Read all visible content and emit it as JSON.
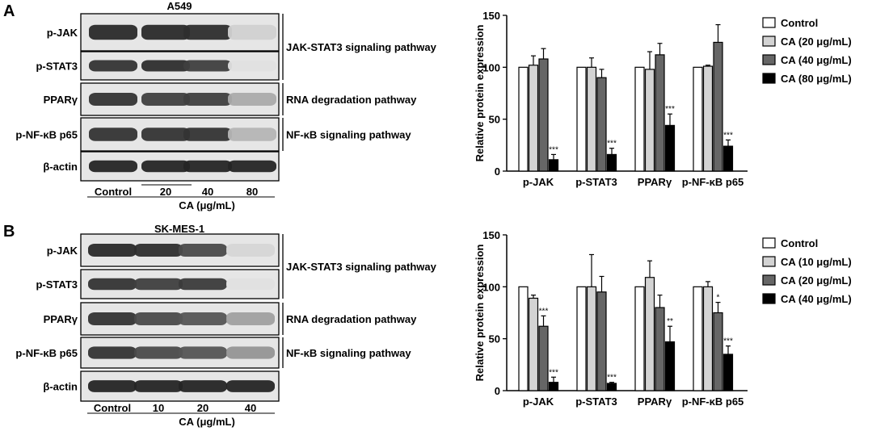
{
  "panels": [
    {
      "letter": "A",
      "cell_line": "A549",
      "blot_rows": [
        {
          "protein": "p-JAK",
          "pathway": "JAK-STAT3 signaling pathway",
          "intensity": [
            0.9,
            0.9,
            0.88,
            0.12
          ]
        },
        {
          "protein": "p-STAT3",
          "pathway": "",
          "intensity": [
            0.85,
            0.88,
            0.8,
            0.05
          ]
        },
        {
          "protein": "PPARγ",
          "pathway": "RNA degradation pathway",
          "intensity": [
            0.85,
            0.8,
            0.8,
            0.3
          ]
        },
        {
          "protein": "p-NF-κB p65",
          "pathway": "NF-κB signaling pathway",
          "intensity": [
            0.85,
            0.85,
            0.85,
            0.25
          ]
        },
        {
          "protein": "β-actin",
          "pathway": "",
          "intensity": [
            0.92,
            0.92,
            0.92,
            0.92
          ]
        }
      ],
      "lane_labels": [
        "Control",
        "20",
        "40",
        "80"
      ],
      "treatment_label": "CA (μg/mL)"
    },
    {
      "letter": "B",
      "cell_line": "SK-MES-1",
      "blot_rows": [
        {
          "protein": "p-JAK",
          "pathway": "JAK-STAT3 signaling pathway",
          "intensity": [
            0.9,
            0.88,
            0.75,
            0.1
          ]
        },
        {
          "protein": "p-STAT3",
          "pathway": "",
          "intensity": [
            0.85,
            0.8,
            0.82,
            0.05
          ]
        },
        {
          "protein": "PPARγ",
          "pathway": "RNA degradation pathway",
          "intensity": [
            0.85,
            0.75,
            0.7,
            0.35
          ]
        },
        {
          "protein": "p-NF-κB p65",
          "pathway": "NF-κB signaling pathway",
          "intensity": [
            0.85,
            0.75,
            0.7,
            0.4
          ]
        },
        {
          "protein": "β-actin",
          "pathway": "",
          "intensity": [
            0.92,
            0.92,
            0.92,
            0.92
          ]
        }
      ],
      "lane_labels": [
        "Control",
        "10",
        "20",
        "40"
      ],
      "treatment_label": "CA (μg/mL)"
    }
  ],
  "chart_data": [
    {
      "type": "bar",
      "title": "",
      "xlabel": "",
      "ylabel": "Relative protein expression",
      "ylim": [
        0,
        150
      ],
      "yticks": [
        0,
        50,
        100,
        150
      ],
      "grid": false,
      "legend_position": "right",
      "categories": [
        "p-JAK",
        "p-STAT3",
        "PPARγ",
        "p-NF-κB p65"
      ],
      "series": [
        {
          "name": "Control",
          "color": "#ffffff",
          "values": [
            100,
            100,
            100,
            100
          ],
          "errors": [
            0,
            0,
            0,
            0
          ],
          "sig": [
            "",
            "",
            "",
            ""
          ]
        },
        {
          "name": "CA (20 μg/mL)",
          "color": "#d3d3d3",
          "values": [
            102,
            100,
            98,
            101
          ],
          "errors": [
            9,
            9,
            17,
            1
          ],
          "sig": [
            "",
            "",
            "",
            ""
          ]
        },
        {
          "name": "CA (40 μg/mL)",
          "color": "#666666",
          "values": [
            108,
            90,
            112,
            124
          ],
          "errors": [
            10,
            8,
            11,
            17
          ],
          "sig": [
            "",
            "",
            "",
            ""
          ]
        },
        {
          "name": "CA (80 μg/mL)",
          "color": "#000000",
          "values": [
            11,
            16,
            44,
            24
          ],
          "errors": [
            5,
            6,
            11,
            6
          ],
          "sig": [
            "***",
            "***",
            "***",
            "***"
          ]
        }
      ]
    },
    {
      "type": "bar",
      "title": "",
      "xlabel": "",
      "ylabel": "Relative protein expression",
      "ylim": [
        0,
        150
      ],
      "yticks": [
        0,
        50,
        100,
        150
      ],
      "grid": false,
      "legend_position": "right",
      "categories": [
        "p-JAK",
        "p-STAT3",
        "PPARγ",
        "p-NF-κB p65"
      ],
      "series": [
        {
          "name": "Control",
          "color": "#ffffff",
          "values": [
            100,
            100,
            100,
            100
          ],
          "errors": [
            0,
            0,
            0,
            0
          ],
          "sig": [
            "",
            "",
            "",
            ""
          ]
        },
        {
          "name": "CA (10 μg/mL)",
          "color": "#d3d3d3",
          "values": [
            89,
            100,
            109,
            100
          ],
          "errors": [
            3,
            31,
            16,
            5
          ],
          "sig": [
            "",
            "",
            "",
            ""
          ]
        },
        {
          "name": "CA (20 μg/mL)",
          "color": "#666666",
          "values": [
            62,
            95,
            80,
            75
          ],
          "errors": [
            10,
            15,
            12,
            10
          ],
          "sig": [
            "***",
            "",
            "",
            "*"
          ]
        },
        {
          "name": "CA (40 μg/mL)",
          "color": "#000000",
          "values": [
            8,
            7,
            47,
            35
          ],
          "errors": [
            5,
            1,
            15,
            8
          ],
          "sig": [
            "***",
            "***",
            "**",
            "***"
          ]
        }
      ]
    }
  ]
}
